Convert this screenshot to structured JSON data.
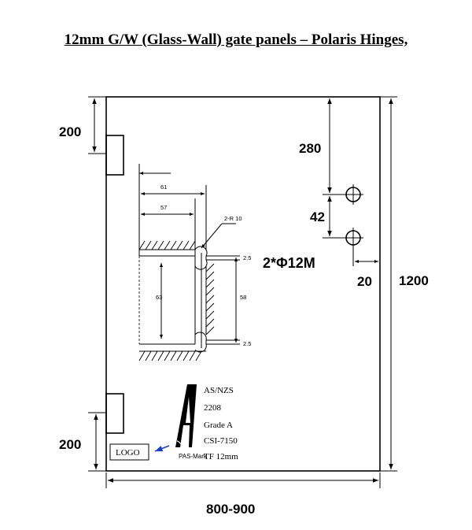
{
  "title": "12mm G/W (Glass-Wall) gate panels – Polaris Hinges,",
  "dimensions": {
    "top_hinge_offset": "200",
    "bottom_hinge_offset": "200",
    "top_to_hole": "280",
    "hole_spacing": "42",
    "hole_spec": "2*Φ12M",
    "hole_edge_offset": "20",
    "height": "1200",
    "width": "800-900"
  },
  "hinge_detail": {
    "d61": "61",
    "d57": "57",
    "radius": "2-R 10",
    "gap_top": "2.5",
    "gap_bottom": "2.5",
    "d63": "63",
    "d58": "58"
  },
  "certification": {
    "mark_letter": "A",
    "pas_mark": "PAS-Mark",
    "lines": [
      "AS/NZS",
      "2208",
      "Grade A",
      "CSI-7150",
      "TF 12mm"
    ]
  },
  "logo_label": "LOGO",
  "colors": {
    "line": "#000000",
    "arrow": "#1a3fd0"
  }
}
